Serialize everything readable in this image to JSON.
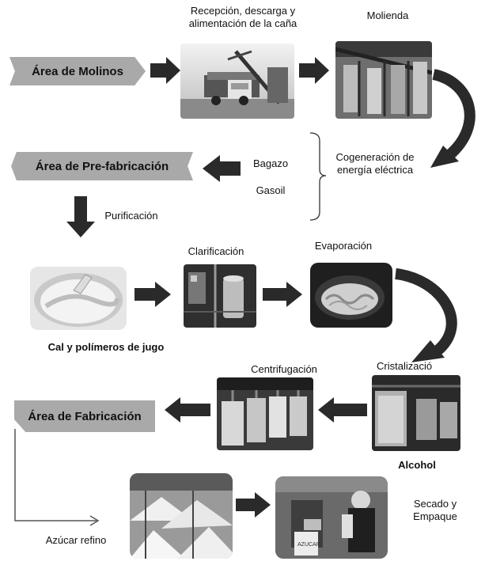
{
  "areas": {
    "molinos": "Área de Molinos",
    "prefabricacion": "Área de Pre-fabricación",
    "fabricacion": "Área de Fabricación"
  },
  "steps": {
    "recepcion_line1": "Recepción, descarga y",
    "recepcion_line2": "alimentación de la caña",
    "molienda": "Molienda",
    "cogeneracion_line1": "Cogeneración de",
    "cogeneracion_line2": "energía eléctrica",
    "bagazo": "Bagazo",
    "gasoil": "Gasoil",
    "purificacion": "Purificación",
    "clarificacion": "Clarificación",
    "evaporacion": "Evaporación",
    "cal_polimeros": "Cal y polímeros de jugo",
    "centrifugacion": "Centrifugación",
    "cristalizacion": "Cristalizació",
    "alcohol": "Alcohol",
    "secado_line1": "Secado y",
    "secado_line2": "Empaque",
    "azucar_refino": "Azúcar refino"
  },
  "photo_labels": {
    "bag_print": "AZUCAR"
  },
  "colors": {
    "area_fill": "#a9a9a9",
    "arrow": "#2a2a2a",
    "photo_dark": "#333333",
    "photo_light": "#dddddd"
  }
}
